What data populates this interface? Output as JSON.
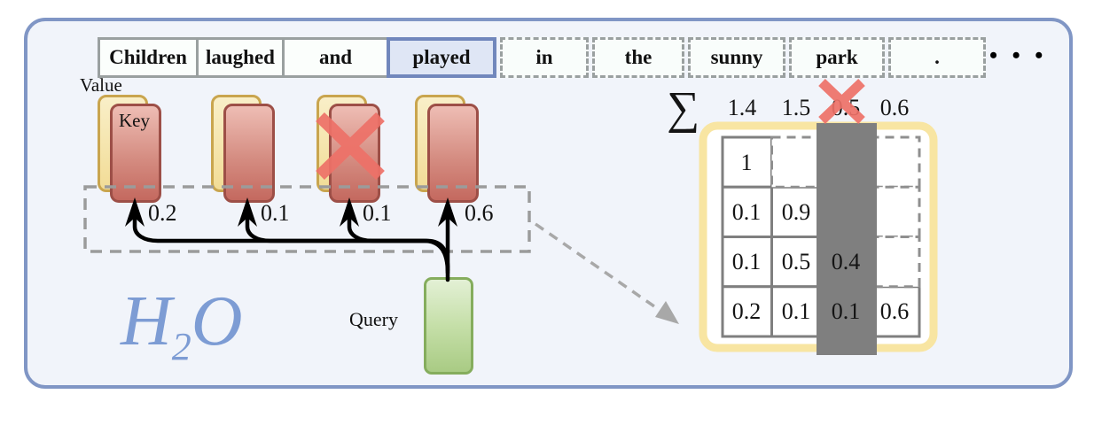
{
  "method": {
    "h": "H",
    "sub": "2",
    "o": "O"
  },
  "sentence": {
    "tokens_cached": [
      "Children",
      "laughed",
      "and"
    ],
    "current_token": "played",
    "tokens_future": [
      "in",
      "the",
      "sunny",
      "park",
      "."
    ],
    "ellipsis": "• • •"
  },
  "kv_cache": {
    "value_label": "Value",
    "key_label": "Key",
    "query_label": "Query",
    "attention_scores": [
      "0.2",
      "0.1",
      "0.1",
      "0.6"
    ]
  },
  "accumulation": {
    "sum_symbol": "∑",
    "column_sums": [
      "1.4",
      "1.5",
      "0.5",
      "0.6"
    ]
  },
  "attention_matrix": {
    "rows": [
      [
        "1",
        "",
        "",
        ""
      ],
      [
        "0.1",
        "0.9",
        "",
        ""
      ],
      [
        "0.1",
        "0.5",
        "0.4",
        ""
      ],
      [
        "0.2",
        "0.1",
        "0.1",
        "0.6"
      ]
    ]
  },
  "colors": {
    "panel_border": "#8096c5",
    "panel_fill": "#f1f4fa",
    "key_card": "#c4695f",
    "value_card": "#f2dc96",
    "query_card": "#a9cb84",
    "evict_x": "#ee7168",
    "masked_column": "#7f7f7f",
    "method_blue": "#7d9cd4",
    "current_token_fill": "#dfe6f5"
  }
}
